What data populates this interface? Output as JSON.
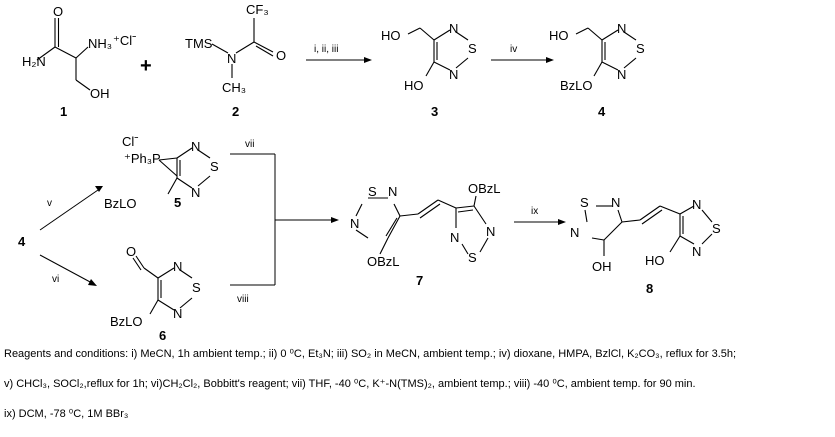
{
  "compounds": {
    "c1": {
      "label": "1",
      "atoms": {
        "h2n": "H₂N",
        "o": "O",
        "nh3": "NH₃",
        "cl": "⁺Clˉ",
        "oh": "OH"
      }
    },
    "plus": "+",
    "c2": {
      "label": "2",
      "atoms": {
        "cf3": "CF₃",
        "tms": "TMS",
        "n": "N",
        "o": "O",
        "ch3": "CH₃"
      }
    },
    "c3": {
      "label": "3",
      "atoms": {
        "ho_top": "HO",
        "n_top": "N",
        "s": "S",
        "n_bot": "N",
        "ho_bot": "HO"
      }
    },
    "c4": {
      "label": "4",
      "atoms": {
        "ho_top": "HO",
        "n_top": "N",
        "s": "S",
        "n_bot": "N",
        "bzlo": "BzLO"
      }
    },
    "c5": {
      "label": "5",
      "atoms": {
        "cl": "Clˉ",
        "ph3p": "⁺Ph₃P",
        "n_top": "N",
        "s": "S",
        "n_bot": "N",
        "bzlo": "BzLO"
      }
    },
    "c6": {
      "label": "6",
      "atoms": {
        "o": "O",
        "n_top": "N",
        "s": "S",
        "n_bot": "N",
        "bzlo": "BzLO"
      }
    },
    "c7": {
      "label": "7",
      "atoms": {
        "s_left": "S",
        "n_l1": "N",
        "n_l2": "N",
        "bzl_bot": "OBzL",
        "bzl_top": "OBzL",
        "n_r1": "N",
        "n_r2": "N",
        "s_right": "S"
      }
    },
    "c8": {
      "label": "8",
      "atoms": {
        "s_left": "S",
        "n_l1": "N",
        "n_l2": "N",
        "oh": "OH",
        "n_r1": "N",
        "s_right": "S",
        "n_r2": "N",
        "ho": "HO"
      }
    },
    "c4_start": "4"
  },
  "reagent_labels": {
    "step_1_3": "i, ii, iii",
    "step_3_4": "iv",
    "step_4_5": "v",
    "step_4_6": "vi",
    "step_5_7": "vii",
    "step_6_7": "viii",
    "step_7_8": "ix"
  },
  "conditions": {
    "line1": "Reagents and conditions: i) MeCN, 1h ambient temp.; ii) 0 ⁰C, Et₃N; iii) SO₂ in MeCN, ambient temp.; iv) dioxane, HMPA, BzlCl, K₂CO₃, reflux for 3.5h;",
    "line2": "v) CHCl₃, SOCl₂,reflux for 1h; vi)CH₂Cl₂, Bobbitt's reagent; vii) THF, -40 ⁰C, K⁺-N(TMS)₂, ambient temp.; viii) -40 ⁰C, ambient temp. for 90 min.",
    "line3": "ix) DCM, -78 ⁰C, 1M BBr₃"
  }
}
